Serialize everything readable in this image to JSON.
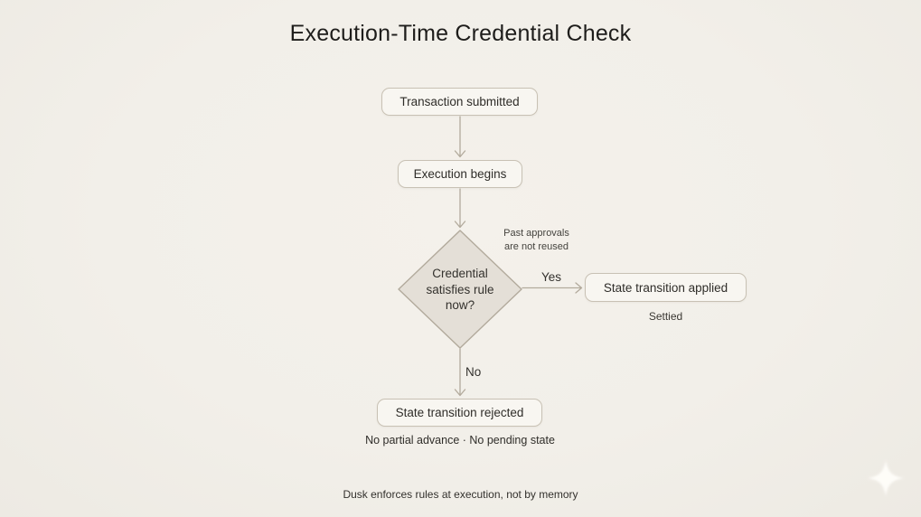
{
  "title": "Execution-Time Credential Check",
  "nodes": {
    "transaction": {
      "label": "Transaction submitted"
    },
    "execution": {
      "label": "Execution begins"
    },
    "decision": {
      "label": "Credential satisfies rule now?",
      "annotation": "Past approvals\nare not reused"
    },
    "applied": {
      "label": "State transition applied",
      "caption": "Settied"
    },
    "rejected": {
      "label": "State transition rejected",
      "caption": "No partial advance · No pending state"
    }
  },
  "edges": {
    "yes_label": "Yes",
    "no_label": "No"
  },
  "footer": {
    "caption": "Dusk enforces rules at execution, not by memory"
  },
  "icons": {
    "bottom_right": "sparkle-icon",
    "glyph": "✦"
  },
  "colors": {
    "background": "#f2efe9",
    "node_fill": "#f8f6f1",
    "node_border": "#c8c1b4",
    "diamond_fill": "#e4dfd7",
    "diamond_border": "#b2aa9c",
    "connector": "#b2aa9c",
    "text": "#2f2d29",
    "title_text": "#1e1d1b",
    "sparkle": "#fffefa"
  }
}
